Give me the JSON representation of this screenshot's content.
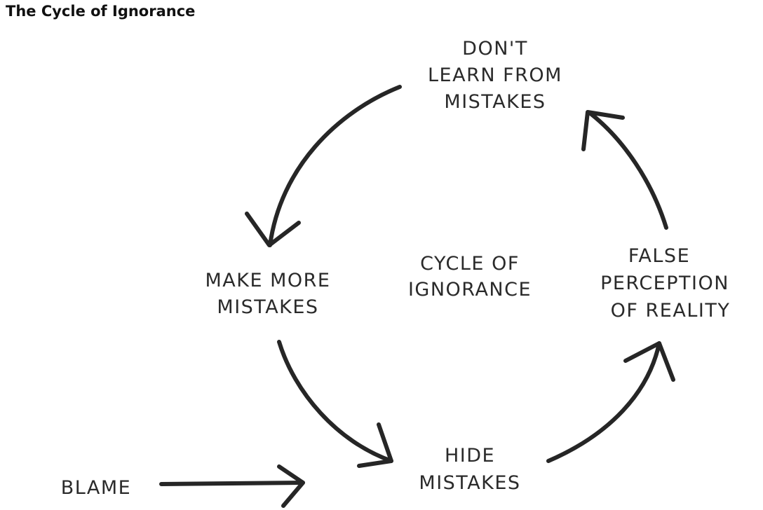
{
  "title": "The Cycle of Ignorance",
  "center": {
    "lines": [
      "CYCLE OF",
      "IGNORANCE"
    ]
  },
  "nodes": {
    "dont_learn": {
      "lines": [
        "DON'T",
        "LEARN FROM",
        "MISTAKES"
      ]
    },
    "make_more": {
      "lines": [
        "MAKE MORE",
        "MISTAKES"
      ]
    },
    "hide": {
      "lines": [
        "HIDE",
        "MISTAKES"
      ]
    },
    "false_perception": {
      "lines": [
        "FALSE",
        "PERCEPTION",
        "OF REALITY"
      ]
    },
    "blame": {
      "lines": [
        "BLAME"
      ]
    }
  },
  "colors": {
    "ink": "#262626",
    "background": "#ffffff"
  }
}
